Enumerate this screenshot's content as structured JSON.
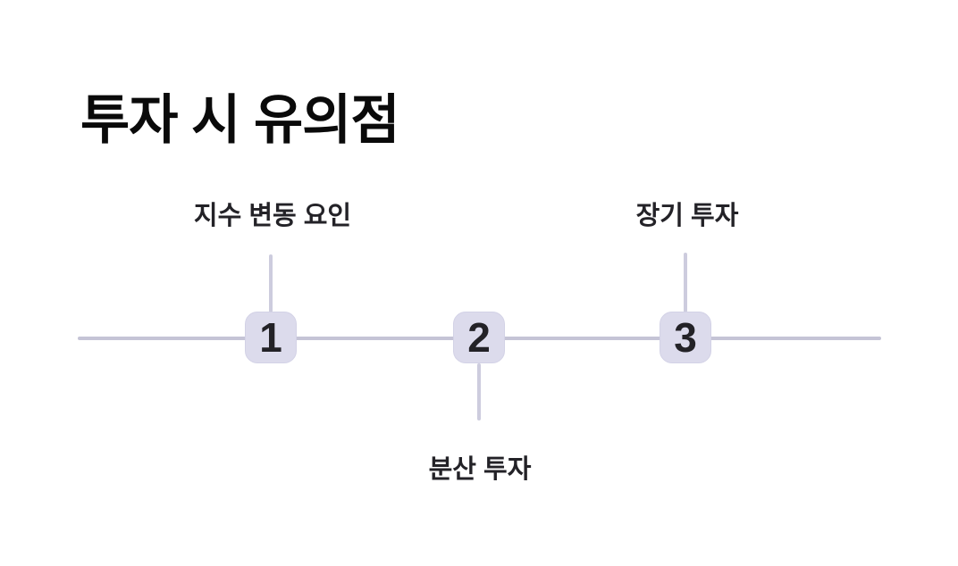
{
  "title": "투자 시 유의점",
  "colors": {
    "node_bg": "#dcdbec",
    "node_border": "#d3d2e6",
    "axis": "#c5c4d6",
    "connector": "#cdccde",
    "text_dark": "#232227",
    "title": "#0a0a0a",
    "bg": "#ffffff"
  },
  "timeline": {
    "steps": [
      {
        "number": "1",
        "label": "지수 변동 요인",
        "label_position": "above"
      },
      {
        "number": "2",
        "label": "분산 투자",
        "label_position": "below"
      },
      {
        "number": "3",
        "label": "장기 투자",
        "label_position": "above"
      }
    ]
  }
}
